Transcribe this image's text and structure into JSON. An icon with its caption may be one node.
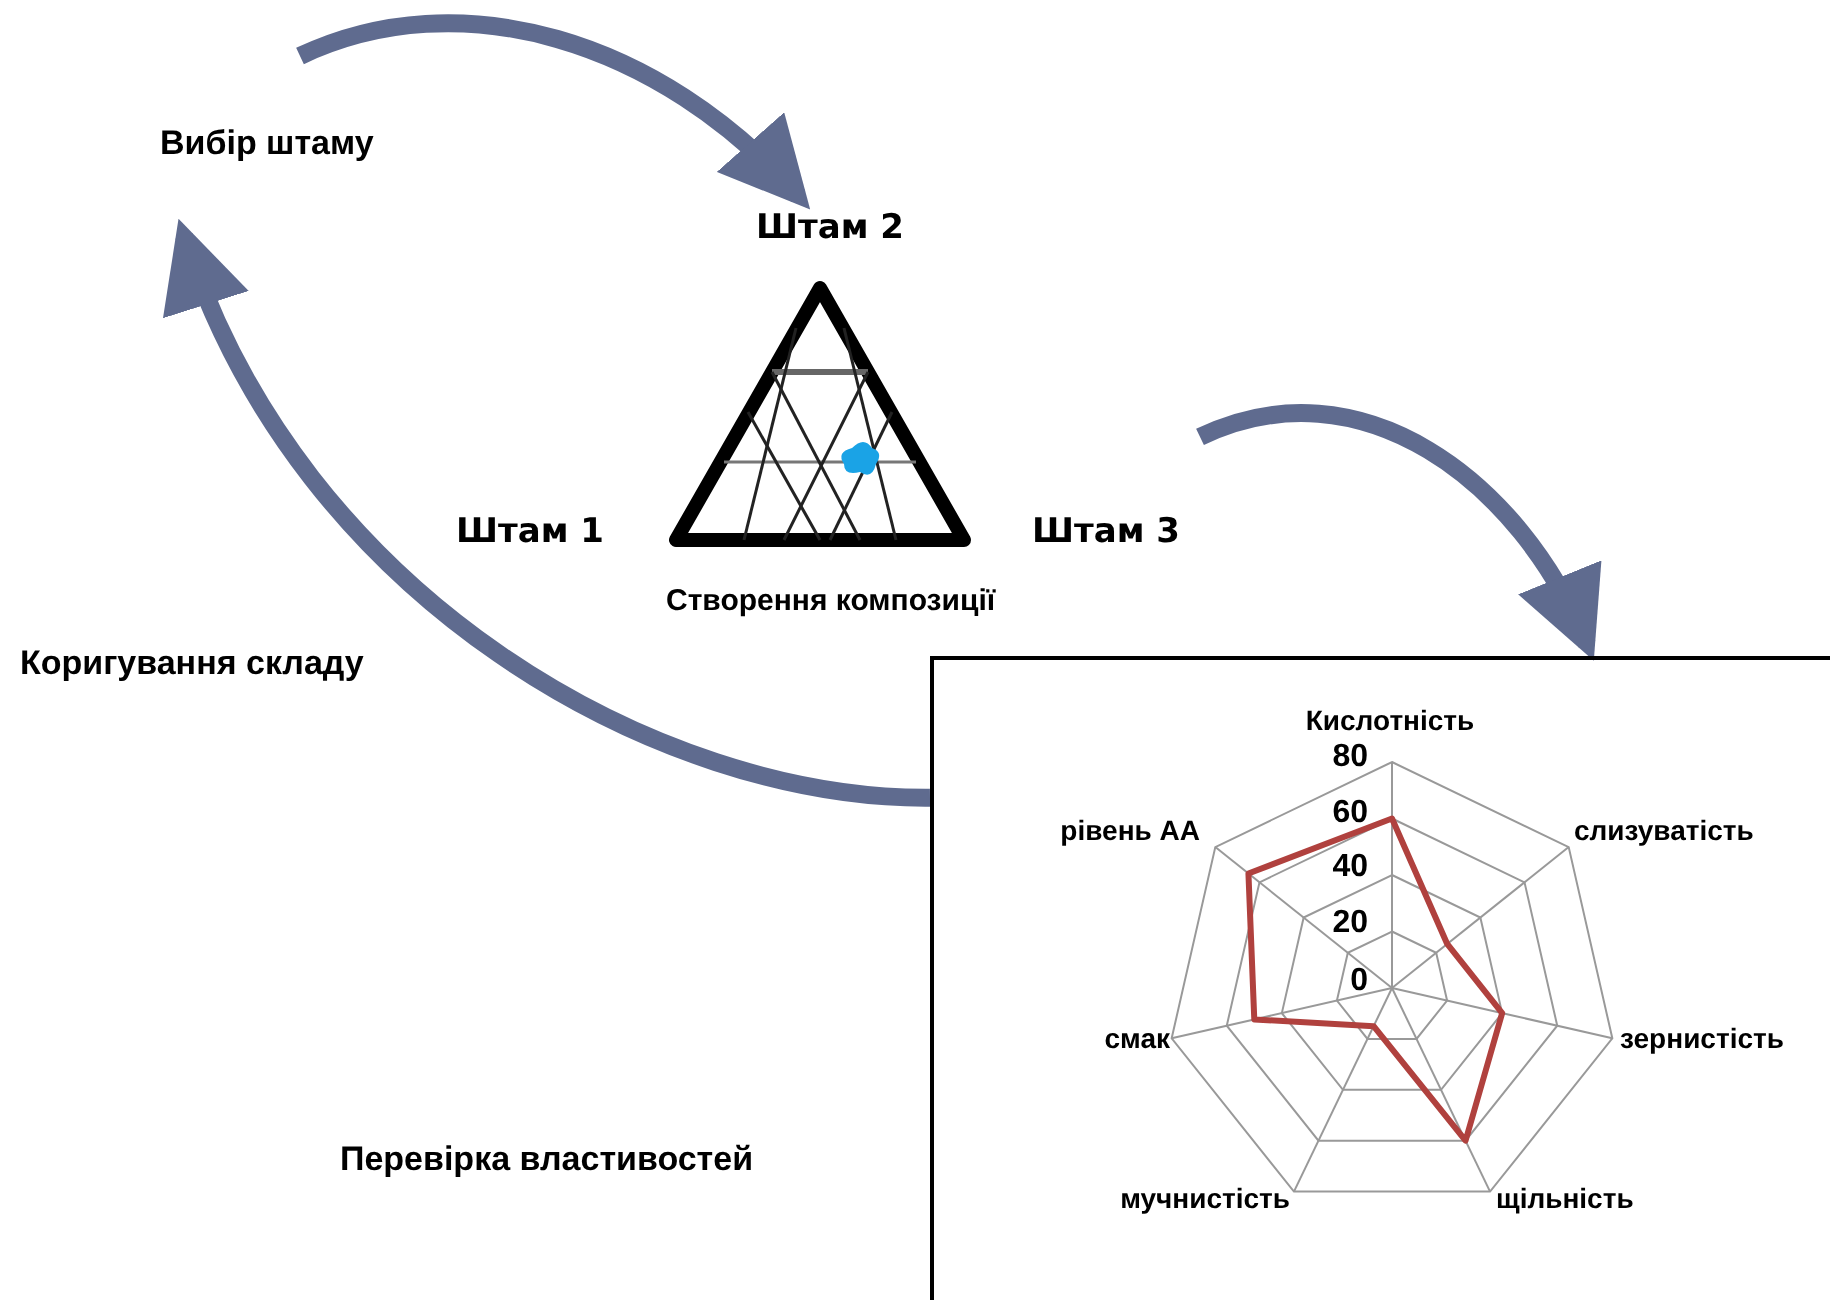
{
  "diagram": {
    "nodes": [
      {
        "text": [
          "Штам 2",
          "Штам 1",
          "Штам 3",
          "Створення композиції"
        ]
      },
      {
        "text": [],
        "shape": "box"
      }
    ],
    "edges": [
      {
        "from": null,
        "to": 0,
        "arrow": "to"
      },
      {
        "from": 0,
        "to": 1,
        "arrow": "to"
      },
      {
        "from": 1,
        "to": null,
        "arrow": "to"
      }
    ],
    "labels": [
      "Вибір штаму",
      "Коригування складу",
      "Перевірка властивостей",
      "Кислотність",
      "слизуватість",
      "зернистість",
      "щільність",
      "мучнистість",
      "смак",
      "рівень АА",
      "80",
      "60",
      "40",
      "20",
      "0"
    ]
  }
}
